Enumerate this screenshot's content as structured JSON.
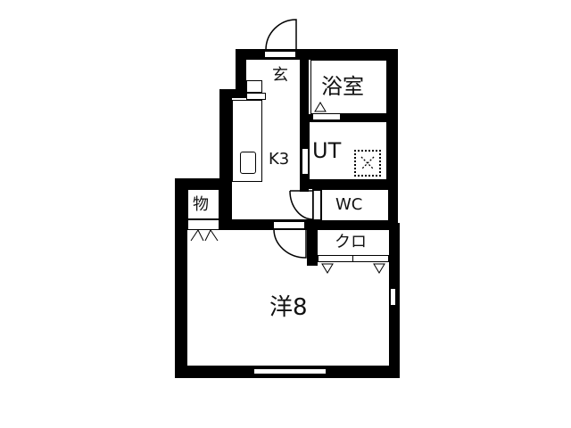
{
  "floor_plan": {
    "rooms": [
      {
        "id": "entrance",
        "label": "玄"
      },
      {
        "id": "bathroom",
        "label": "浴室"
      },
      {
        "id": "kitchen",
        "label": "K3"
      },
      {
        "id": "utility",
        "label": "UT"
      },
      {
        "id": "storage",
        "label": "物"
      },
      {
        "id": "toilet",
        "label": "WC"
      },
      {
        "id": "closet",
        "label": "クロ"
      },
      {
        "id": "western_room",
        "label": "洋8"
      }
    ],
    "colors": {
      "wall": "#000000",
      "background": "#ffffff"
    }
  }
}
